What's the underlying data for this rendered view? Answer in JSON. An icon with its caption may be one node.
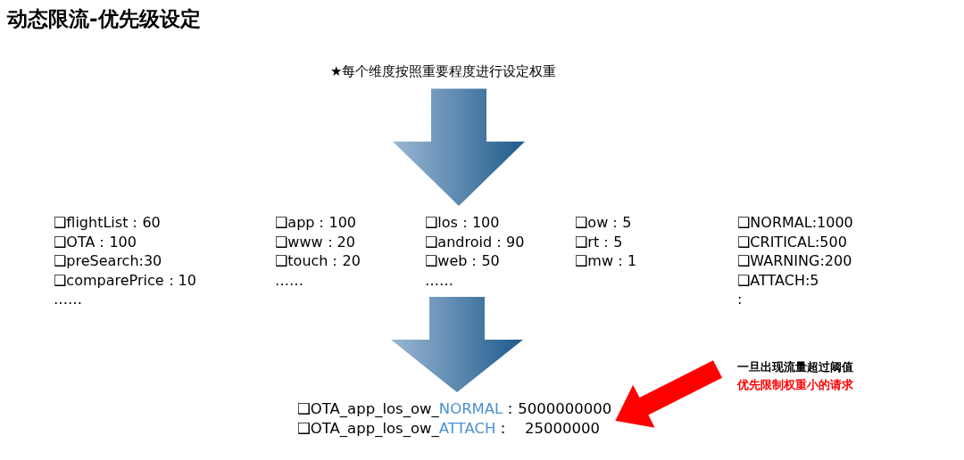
{
  "diagram": {
    "title": "动态限流-优先级设定",
    "nodes": [
      {
        "text": [
          "★每个维度按照重要程度进行设定权重"
        ]
      },
      {
        "text": [
          "❑flightList：60",
          "❑OTA：100",
          "❑preSearch:30",
          "❑comparePrice：10",
          "……"
        ]
      },
      {
        "text": [
          "❑app：100",
          "❑www：20",
          "❑touch：20",
          "……"
        ]
      },
      {
        "text": [
          "❑los：100",
          "❑android：90",
          "❑web：50",
          "……"
        ]
      },
      {
        "text": [
          "❑ow：5",
          "❑rt：5",
          "❑mw：1"
        ]
      },
      {
        "text": [
          "❑NORMAL:1000",
          "❑CRITICAL:500",
          "❑WARNING:200",
          "❑ATTACH:5",
          ":"
        ]
      },
      {
        "text": [
          "❑OTA_app_los_ow_NORMAL：5000000000",
          "❑OTA_app_los_ow_ATTACH： 25000000"
        ]
      },
      {
        "text": [
          "一旦出现流量超过阈值",
          "优先限制权重小的请求"
        ]
      }
    ],
    "edges": [
      {
        "from": 0,
        "to": 3,
        "arrow": "to"
      },
      {
        "from": 3,
        "to": 6,
        "arrow": "to"
      },
      {
        "from": 7,
        "to": 6,
        "arrow": "to",
        "color": "#ff0000"
      }
    ]
  }
}
